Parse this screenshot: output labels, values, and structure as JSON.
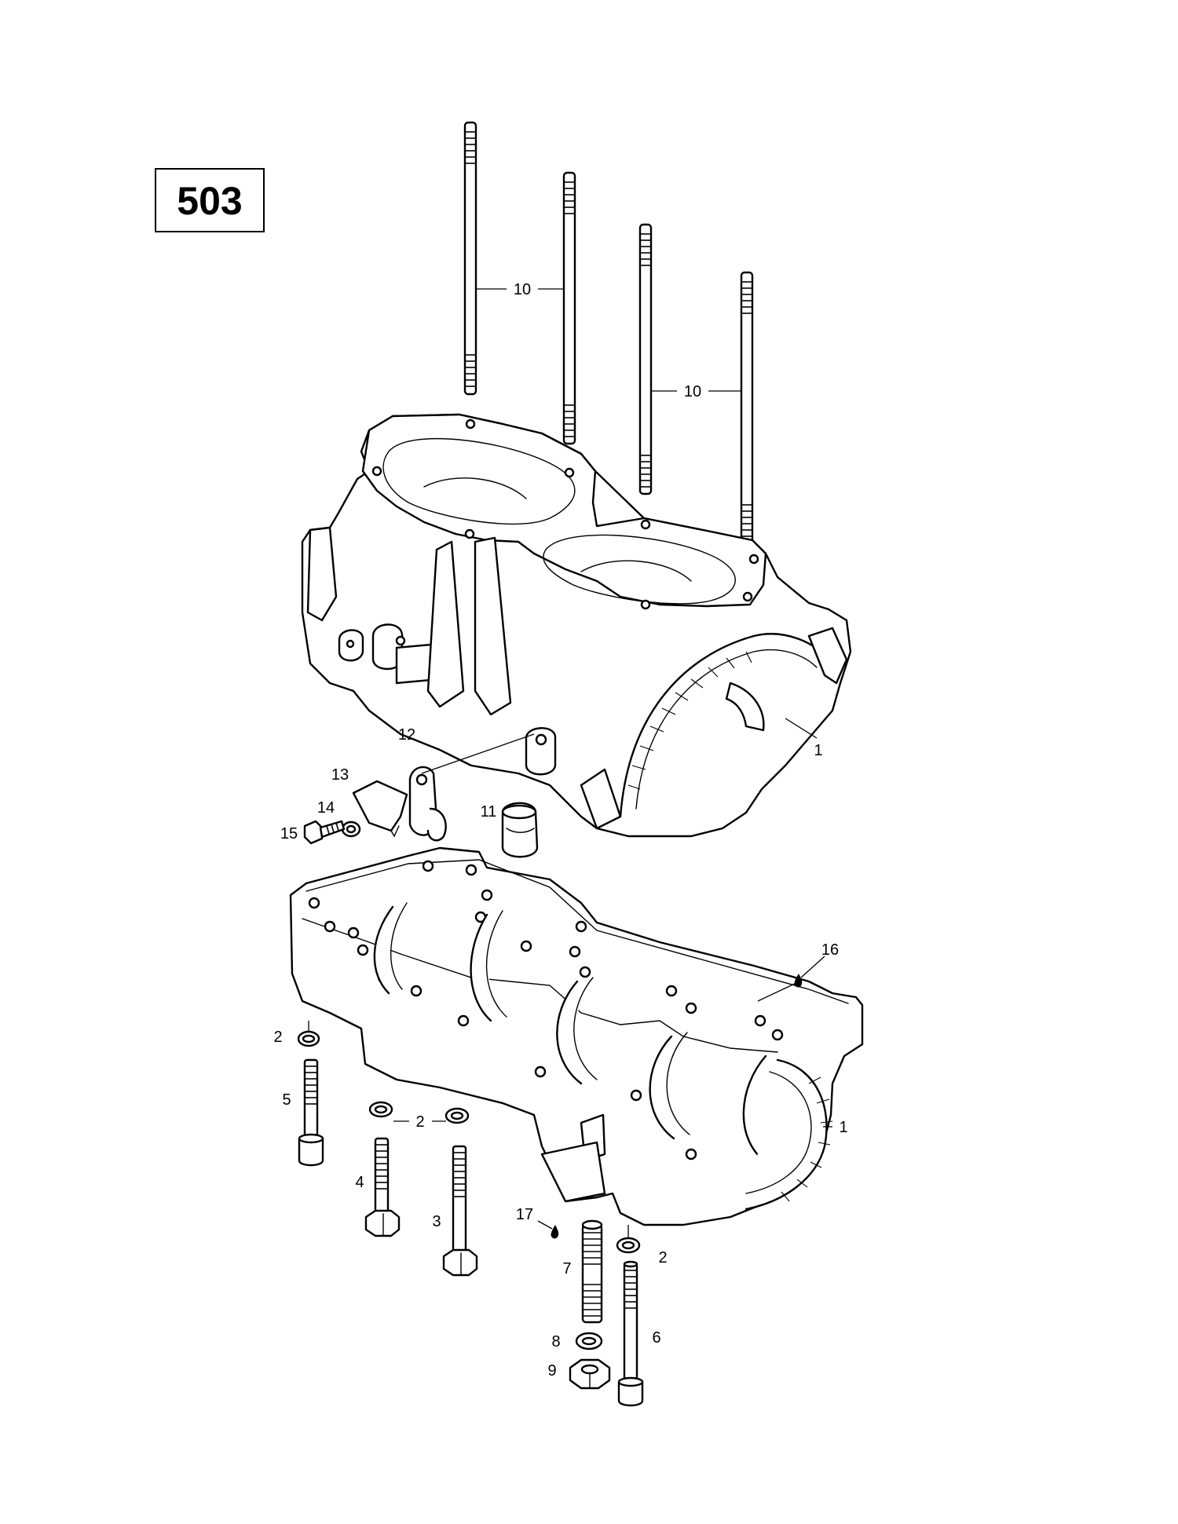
{
  "diagram_number": "503",
  "callouts": [
    {
      "id": "c10a",
      "text": "10"
    },
    {
      "id": "c10b",
      "text": "10"
    },
    {
      "id": "c1a",
      "text": "1"
    },
    {
      "id": "c12",
      "text": "12"
    },
    {
      "id": "c13",
      "text": "13"
    },
    {
      "id": "c14",
      "text": "14"
    },
    {
      "id": "c11",
      "text": "11"
    },
    {
      "id": "c15",
      "text": "15"
    },
    {
      "id": "c16",
      "text": "16"
    },
    {
      "id": "c2a",
      "text": "2"
    },
    {
      "id": "c5",
      "text": "5"
    },
    {
      "id": "c2b",
      "text": "2"
    },
    {
      "id": "c1b",
      "text": "1"
    },
    {
      "id": "c4",
      "text": "4"
    },
    {
      "id": "c3",
      "text": "3"
    },
    {
      "id": "c17",
      "text": "17"
    },
    {
      "id": "c7",
      "text": "7"
    },
    {
      "id": "c2c",
      "text": "2"
    },
    {
      "id": "c8",
      "text": "8"
    },
    {
      "id": "c6",
      "text": "6"
    },
    {
      "id": "c9",
      "text": "9"
    }
  ]
}
